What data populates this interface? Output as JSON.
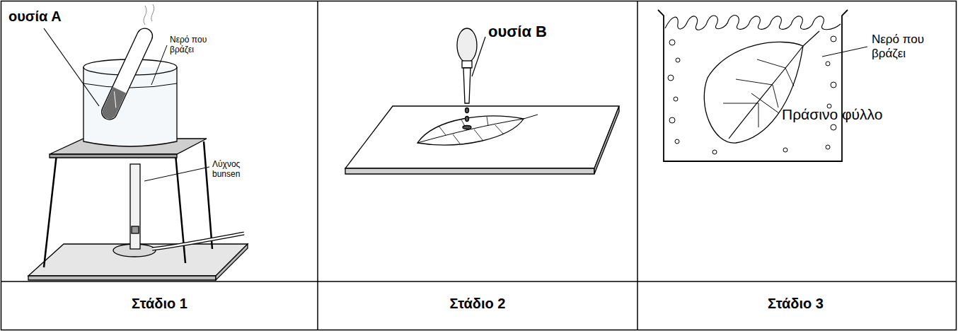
{
  "diagram": {
    "labels": [
      "ουσία Α",
      "Νερό που βράζει",
      "Λύχνος bunsen",
      "ουσία Β",
      "Νερό που βράζει",
      "Πράσινο φύλλο",
      "Στάδιο 1",
      "Στάδιο 2",
      "Στάδιο 3"
    ]
  }
}
